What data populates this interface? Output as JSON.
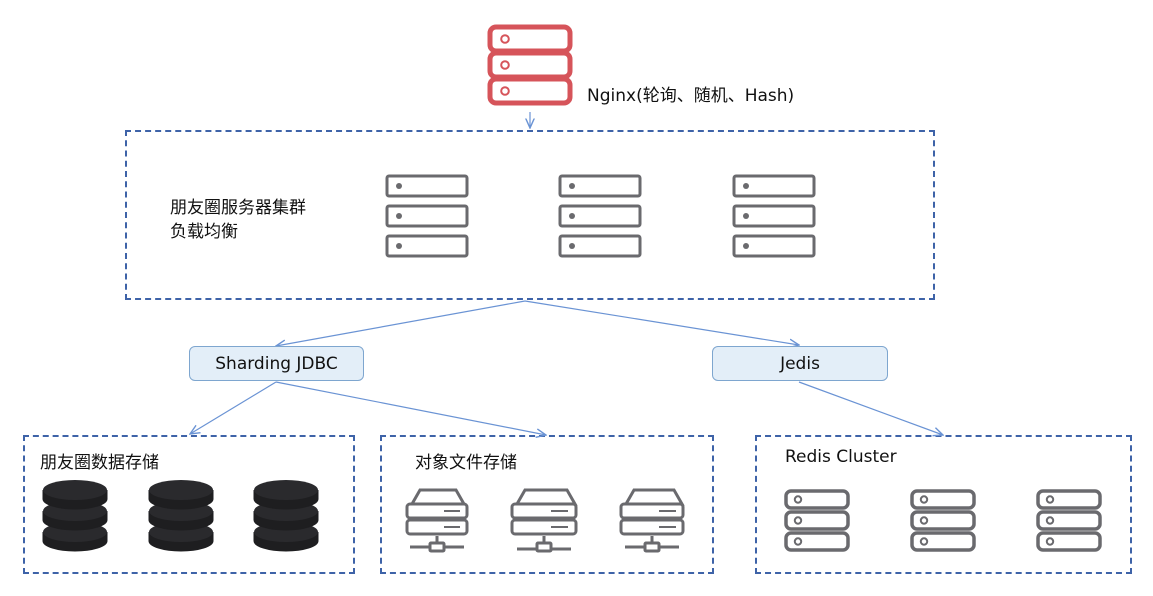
{
  "nginx": {
    "label": "Nginx(轮询、随机、Hash)",
    "color": "#d6545a"
  },
  "cluster": {
    "line1": "朋友圈服务器集群",
    "line2": "负载均衡"
  },
  "middleware": {
    "sharding": "Sharding JDBC",
    "jedis": "Jedis"
  },
  "storage": {
    "db": "朋友圈数据存储",
    "object": "对象文件存储",
    "redis": "Redis Cluster"
  },
  "colors": {
    "border": "#3e63a8",
    "arrow": "#6a93d4",
    "server": "#6a6a6e",
    "pill_fill": "#e3eef8"
  }
}
